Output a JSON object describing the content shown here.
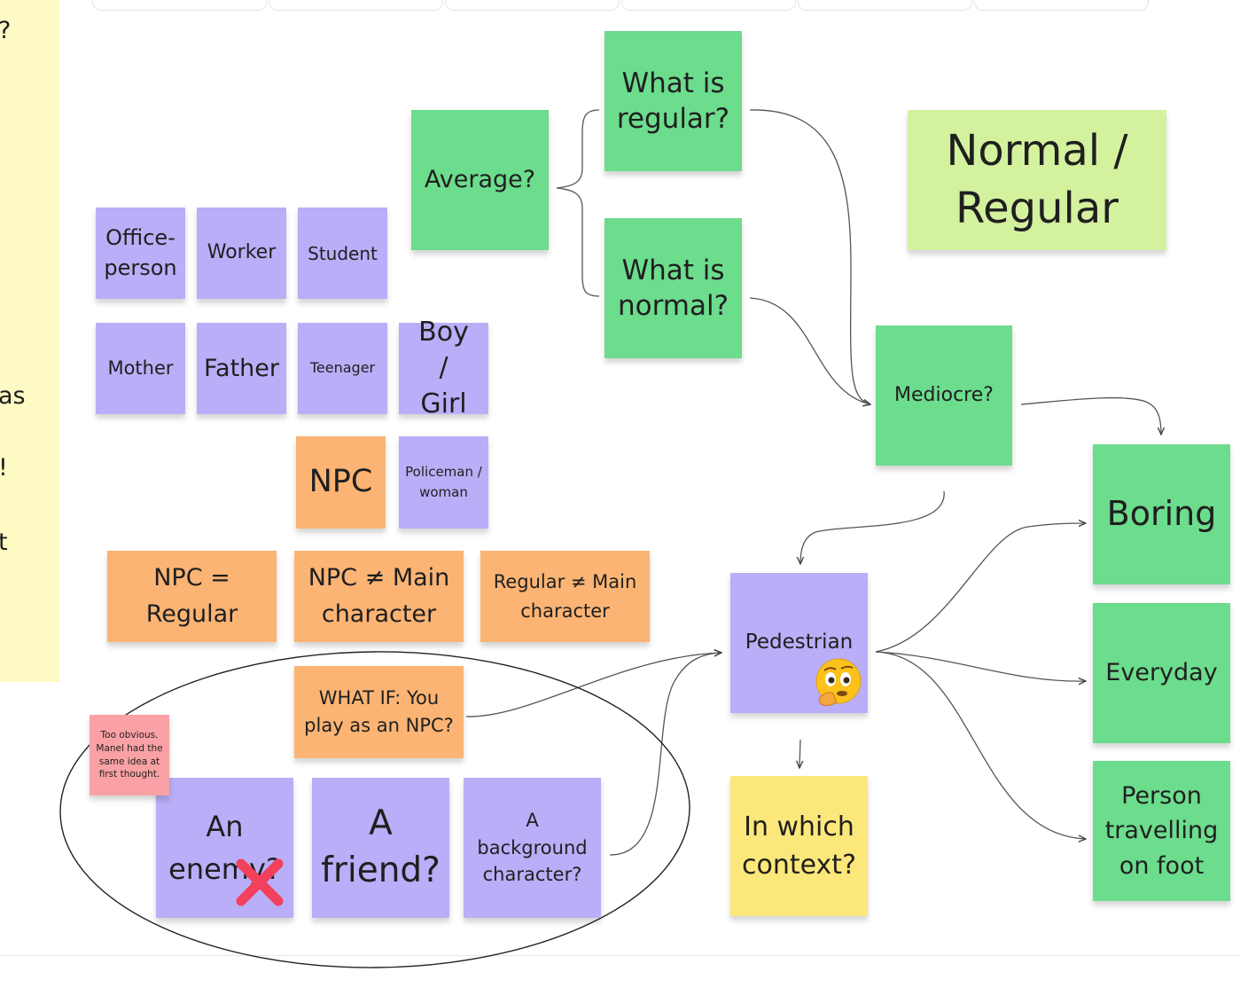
{
  "sidebar": {
    "fragments": [
      "?",
      "as",
      "!",
      "t"
    ]
  },
  "notes": {
    "average": "Average?",
    "what_is_regular": "What is regular?",
    "what_is_normal": "What is normal?",
    "normal_regular": "Normal / Regular",
    "office_person": "Office-person",
    "worker": "Worker",
    "student": "Student",
    "mother": "Mother",
    "father": "Father",
    "teenager": "Teenager",
    "boy_girl": "Boy / Girl",
    "npc": "NPC",
    "policeman_woman": "Policeman / woman",
    "npc_regular": "NPC = Regular",
    "npc_not_main": "NPC ≠ Main character",
    "regular_not_main": "Regular ≠ Main character",
    "mediocre": "Mediocre?",
    "pedestrian": "Pedestrian",
    "what_if": "WHAT IF: You play as an NPC?",
    "too_obvious": "Too obvious. Manel had the same idea at first thought.",
    "an_enemy": "An enemy?",
    "a_friend": "A friend?",
    "background_character": "A background character?",
    "in_which_context": "In which context?",
    "boring": "Boring",
    "everyday": "Everyday",
    "person_travelling": "Person travelling on foot"
  },
  "stickers": {
    "thinking": "thinking-face-icon",
    "rejected": "red-cross-icon"
  },
  "colors": {
    "green": "#6cdc8d",
    "lime": "#d4f19e",
    "purple": "#b9aef7",
    "orange": "#fbb474",
    "yellow": "#fce87a",
    "pink": "#f9a1a4",
    "sidebar": "#fdfac3",
    "cross": "#f2405d"
  }
}
